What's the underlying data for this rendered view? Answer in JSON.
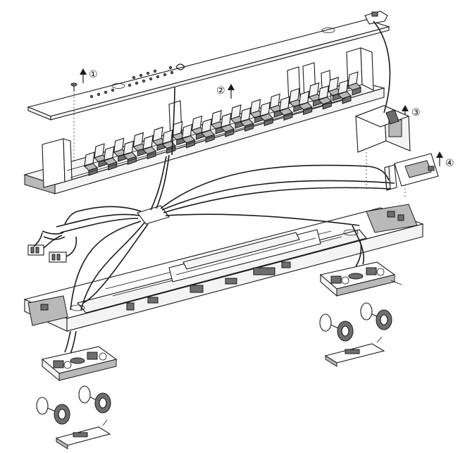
{
  "steps": [
    {
      "id": "step-1",
      "label": "①"
    },
    {
      "id": "step-2",
      "label": "②"
    },
    {
      "id": "step-3",
      "label": "③"
    },
    {
      "id": "step-4",
      "label": "④"
    }
  ],
  "colors": {
    "line": "#1a1a1a",
    "fill": "#f4f4f4",
    "shade": "#6e6e6e"
  }
}
